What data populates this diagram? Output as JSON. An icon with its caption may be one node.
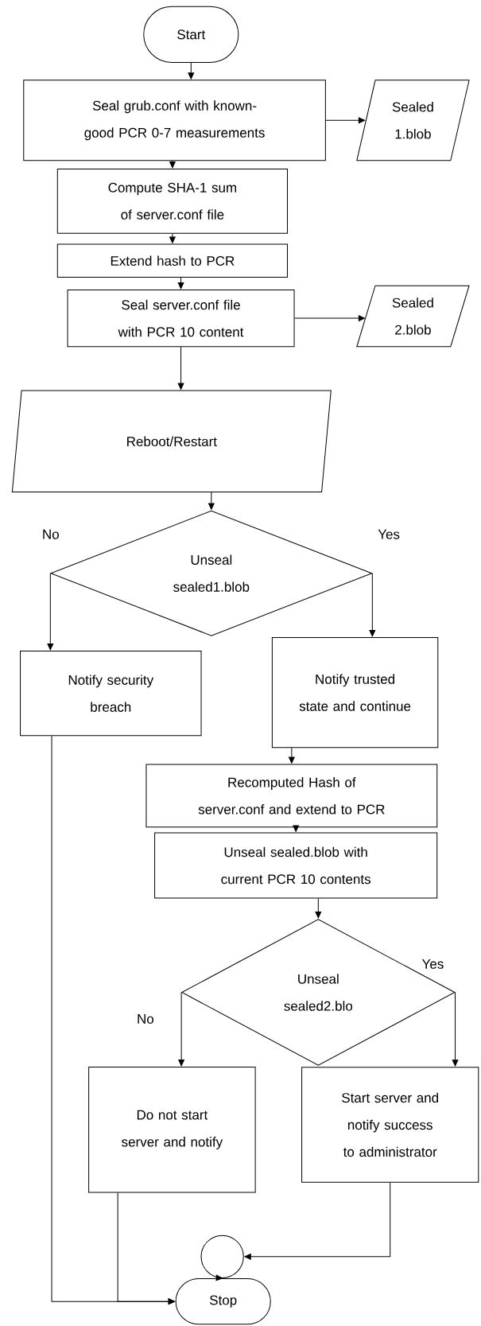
{
  "diagram": {
    "nodes": [
      {
        "text": [
          "Start"
        ]
      },
      {
        "text": [
          "Seal grub.conf with known-good PCR 0-7 measurements"
        ]
      },
      {
        "text": [
          "Sealed 1.blob"
        ]
      },
      {
        "text": [
          "Compute SHA-1 sum of server.conf file"
        ]
      },
      {
        "text": [
          "Extend hash to PCR"
        ]
      },
      {
        "text": [
          "Seal server.conf file with PCR 10 content"
        ]
      },
      {
        "text": [
          "Sealed 2.blob"
        ]
      },
      {
        "text": [
          "Reboot/Restart"
        ]
      },
      {
        "text": [
          "Unseal sealed1.blob"
        ]
      },
      {
        "text": [
          "Notify security breach"
        ]
      },
      {
        "text": [
          "Notify trusted state and continue"
        ]
      },
      {
        "text": [
          "Recomputed Hash of server.conf and extend to PCR"
        ]
      },
      {
        "text": [
          "Unseal sealed.blob with current PCR 10 contents"
        ]
      },
      {
        "text": [
          "Unseal sealed2.blo"
        ]
      },
      {
        "text": [
          "Do not start server and notify"
        ]
      },
      {
        "text": [
          "Start server and notify success to administrator"
        ]
      },
      {
        "text": [],
        "shape": "circle"
      },
      {
        "text": [
          "Stop"
        ]
      }
    ],
    "edges": [
      {
        "from": 0,
        "to": 1,
        "arrow": "to"
      },
      {
        "from": 1,
        "to": 2,
        "arrow": "to"
      },
      {
        "from": 1,
        "to": 3,
        "arrow": "to"
      },
      {
        "from": 3,
        "to": 4,
        "arrow": "to"
      },
      {
        "from": 4,
        "to": 5,
        "arrow": "to"
      },
      {
        "from": 5,
        "to": 6,
        "arrow": "to"
      },
      {
        "from": 5,
        "to": 7,
        "arrow": "to"
      },
      {
        "from": 7,
        "to": 8,
        "arrow": "to"
      },
      {
        "from": 8,
        "to": 9,
        "arrow": "to"
      },
      {
        "from": 8,
        "to": 10,
        "arrow": "to"
      },
      {
        "from": 10,
        "to": 11,
        "arrow": "to"
      },
      {
        "from": 11,
        "to": 12,
        "arrow": "to"
      },
      {
        "from": 12,
        "to": 13,
        "arrow": "to"
      },
      {
        "from": 13,
        "to": 14,
        "arrow": "to"
      },
      {
        "from": 13,
        "to": 15,
        "arrow": "to"
      },
      {
        "from": 15,
        "to": 16,
        "arrow": "to"
      },
      {
        "from": 16,
        "to": 17,
        "arrow": "to"
      },
      {
        "from": 9,
        "to": 17,
        "arrow": "to"
      },
      {
        "from": 14,
        "to": 17,
        "arrow": "to"
      }
    ],
    "labels": [
      "No",
      "Yes",
      "No",
      "Yes"
    ]
  }
}
